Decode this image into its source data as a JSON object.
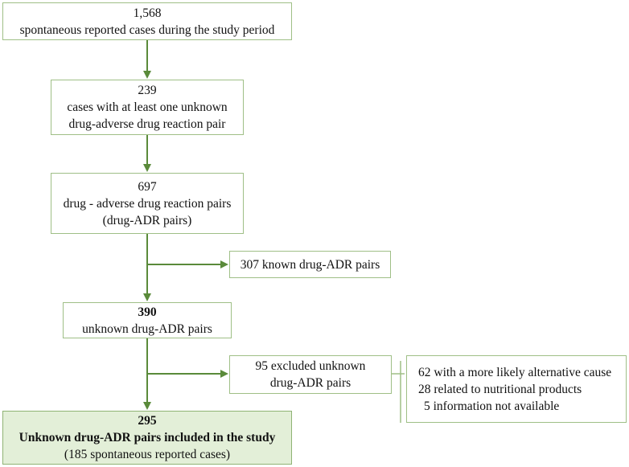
{
  "colors": {
    "border": "#9fbf86",
    "arrow": "#5a8a3a",
    "final_fill": "#e3efd8"
  },
  "box1": {
    "number": "1,568",
    "text": "spontaneous reported cases during the study period"
  },
  "box2": {
    "number": "239",
    "line1": "cases with at least one unknown",
    "line2": "drug-adverse drug reaction pair"
  },
  "box3": {
    "number": "697",
    "line1": "drug - adverse drug reaction pairs",
    "line2": "(drug-ADR pairs)"
  },
  "side1": {
    "text": "307 known drug-ADR pairs"
  },
  "box4": {
    "number": "390",
    "text": "unknown drug-ADR pairs"
  },
  "side2": {
    "line1": "95 excluded unknown",
    "line2": "drug-ADR pairs"
  },
  "reasons": {
    "items": [
      "62 with a more likely alternative cause",
      "28 related to nutritional products",
      "5 information not available"
    ]
  },
  "final": {
    "number": "295",
    "title": "Unknown drug-ADR pairs included in the study",
    "subtitle": "(185 spontaneous reported cases)"
  }
}
